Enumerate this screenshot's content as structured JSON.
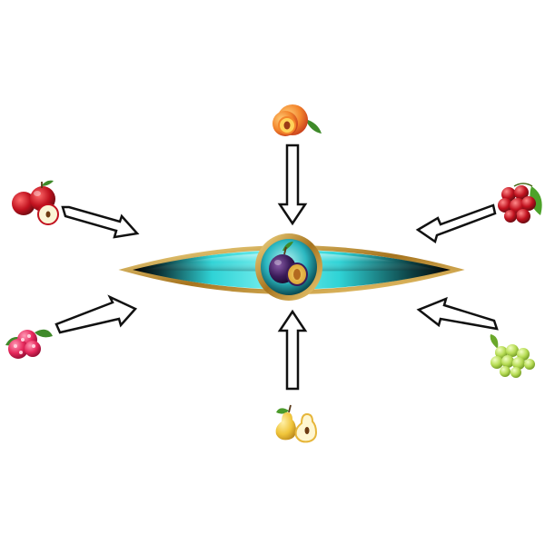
{
  "diagram": {
    "center": {
      "fruit": "plum",
      "icon": "plum-icon"
    },
    "inputs": [
      {
        "fruit": "peach",
        "icon": "peach-icon"
      },
      {
        "fruit": "apple",
        "icon": "apple-icon"
      },
      {
        "fruit": "cherry",
        "icon": "cherry-icon"
      },
      {
        "fruit": "raspberry",
        "icon": "raspberry-icon"
      },
      {
        "fruit": "grapes",
        "icon": "grapes-icon"
      },
      {
        "fruit": "pear",
        "icon": "pear-icon"
      }
    ]
  },
  "colors": {
    "lens_cyan": "#2fd3d6",
    "lens_dark": "#063236",
    "gold_rim": "#b8862a",
    "arrow_stroke": "#111111",
    "arrow_fill": "#ffffff"
  }
}
